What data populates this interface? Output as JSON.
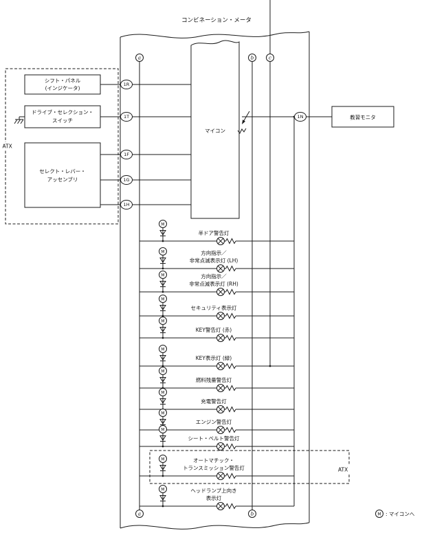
{
  "title": "コンビネーション・メータ",
  "micon": "マイコン",
  "atx": "ATX",
  "m_symbol": "M",
  "bus": {
    "a": "a",
    "b": "b",
    "c": "c"
  },
  "modules": {
    "shift_panel": {
      "lines": [
        "シフト・パネル",
        "(インジケータ)"
      ],
      "connector": "1R"
    },
    "drive_selection": {
      "lines": [
        "ドライブ・セレクション・",
        "スイッチ"
      ],
      "connector": "1T"
    },
    "select_lever": {
      "lines": [
        "セレクト・レバー・",
        "アッセンブリ"
      ],
      "connectors": [
        "1F",
        "1G",
        "1H"
      ]
    },
    "training_monitor": {
      "label": "教習モニタ",
      "connector": "1N"
    }
  },
  "legend": {
    "text": ": マイコンへ"
  },
  "rows": [
    {
      "lines": [
        "半ドア警告灯"
      ]
    },
    {
      "lines": [
        "方向指示／",
        "非常点滅表示灯 (LH)"
      ]
    },
    {
      "lines": [
        "方向指示／",
        "非常点滅表示灯 (RH)"
      ]
    },
    {
      "lines": [
        "セキュリティ表示灯"
      ]
    },
    {
      "lines": [
        "KEY警告灯 (赤)"
      ]
    },
    {
      "lines": [
        "KEY表示灯 (緑)"
      ]
    },
    {
      "lines": [
        "燃料残量警告灯"
      ]
    },
    {
      "lines": [
        "充電警告灯"
      ]
    },
    {
      "lines": [
        "エンジン警告灯"
      ]
    },
    {
      "lines": [
        "シート・ベルト警告灯"
      ]
    },
    {
      "lines": [
        "オートマチック・",
        "トランスミッション警告灯"
      ]
    },
    {
      "lines": [
        "ヘッドランプ上向き",
        "表示灯"
      ]
    }
  ]
}
